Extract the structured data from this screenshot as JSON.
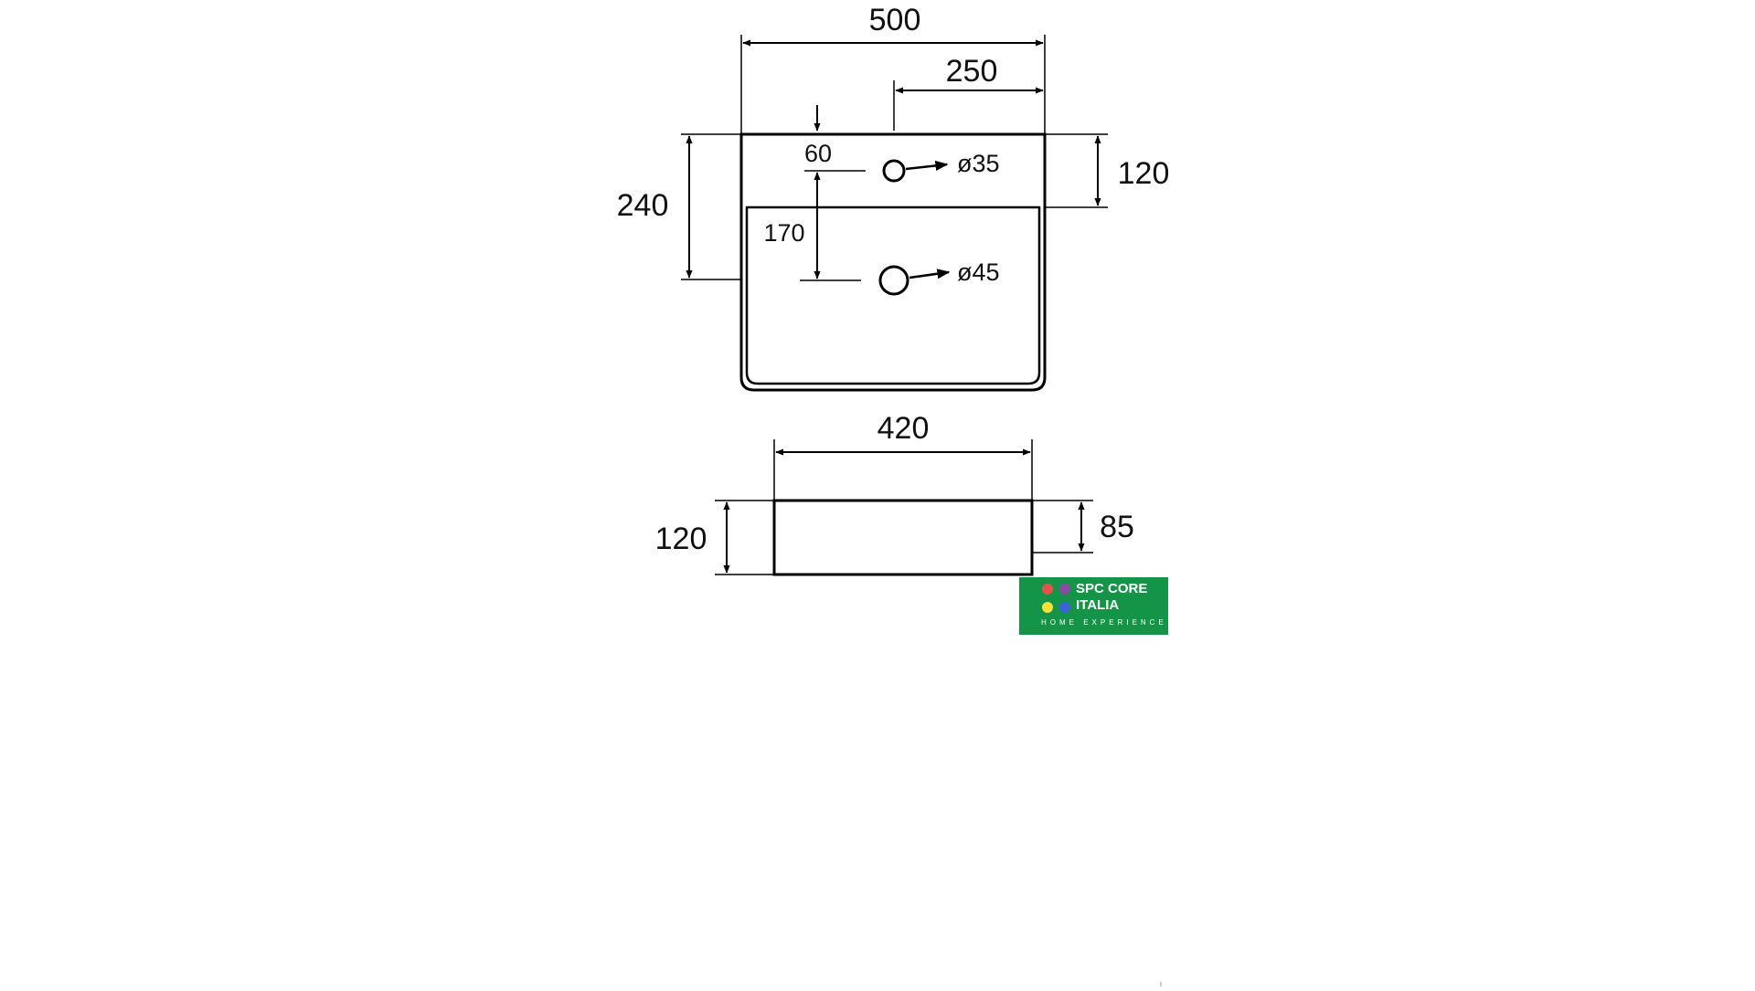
{
  "top_view": {
    "width": "500",
    "hole_offset": "250",
    "depth": "240",
    "deck_depth": "120",
    "hole_from_back": "60",
    "drain_from_back": "170",
    "tap_hole_diameter": "ø35",
    "drain_diameter": "ø45"
  },
  "side_view": {
    "bowl_width": "420",
    "height": "120",
    "bowl_depth": "85"
  },
  "logo": {
    "line1": "SPC CORE",
    "line2": "ITALIA",
    "tagline": "HOME  EXPERIENCE",
    "background": "#139447",
    "dot_colors": [
      "#e4524c",
      "#8a4aa6",
      "#f3e23a",
      "#3b63d8"
    ]
  }
}
